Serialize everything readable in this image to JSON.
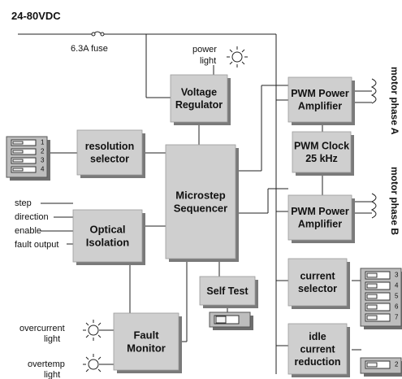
{
  "supply": {
    "voltage": "24-80VDC",
    "fuse": "6.3A fuse"
  },
  "blocks": {
    "voltage_regulator": [
      "Voltage",
      "Regulator"
    ],
    "pwm_power_amp_a": [
      "PWM Power",
      "Amplifier"
    ],
    "pwm_clock": [
      "PWM Clock",
      "25 kHz"
    ],
    "pwm_power_amp_b": [
      "PWM Power",
      "Amplifier"
    ],
    "resolution_selector": [
      "resolution",
      "selector"
    ],
    "microstep_sequencer": [
      "Microstep",
      "Sequencer"
    ],
    "optical_isolation": [
      "Optical",
      "Isolation"
    ],
    "current_selector": [
      "current",
      "selector"
    ],
    "self_test": [
      "Self Test"
    ],
    "idle_current_reduction": [
      "idle",
      "current",
      "reduction"
    ],
    "fault_monitor": [
      "Fault",
      "Monitor"
    ]
  },
  "indicators": {
    "power_light": [
      "power",
      "light"
    ],
    "overcurrent_light": [
      "overcurrent",
      "light"
    ],
    "overtemp_light": [
      "overtemp",
      "light"
    ]
  },
  "inputs": [
    "step",
    "direction",
    "enable",
    "fault output"
  ],
  "outputs": {
    "motor_phase_a": "motor phase A",
    "motor_phase_b": "motor phase B"
  },
  "switch_numbers": {
    "resolution": [
      "1",
      "2",
      "3",
      "4"
    ],
    "current": [
      "3",
      "4",
      "5",
      "6",
      "7"
    ],
    "idle": [
      "2"
    ]
  }
}
